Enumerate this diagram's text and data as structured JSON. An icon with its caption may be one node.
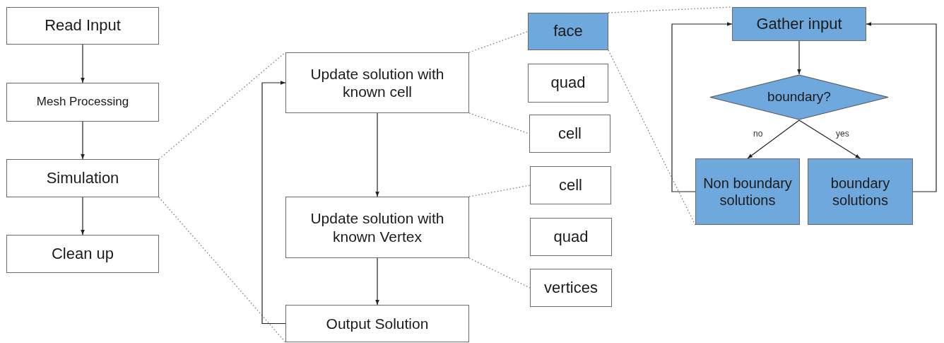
{
  "diagram": {
    "nodes": [
      {
        "text": [
          "Read Input"
        ]
      },
      {
        "text": [
          "Mesh Processing"
        ]
      },
      {
        "text": [
          "Simulation"
        ]
      },
      {
        "text": [
          "Clean up"
        ]
      },
      {
        "text": [
          "Update solution with known cell"
        ]
      },
      {
        "text": [
          "Update solution with known Vertex"
        ]
      },
      {
        "text": [
          "Output Solution"
        ]
      },
      {
        "text": [
          "face"
        ]
      },
      {
        "text": [
          "quad"
        ]
      },
      {
        "text": [
          "cell"
        ]
      },
      {
        "text": [
          "cell"
        ]
      },
      {
        "text": [
          "quad"
        ]
      },
      {
        "text": [
          "vertices"
        ]
      },
      {
        "text": [
          "Gather input"
        ]
      },
      {
        "text": [
          "boundary?"
        ]
      },
      {
        "text": [
          "Non boundary solutions"
        ]
      },
      {
        "text": [
          "boundary solutions"
        ]
      }
    ],
    "edges": [
      {
        "from": 0,
        "to": 1,
        "arrow": "to"
      },
      {
        "from": 1,
        "to": 2,
        "arrow": "to"
      },
      {
        "from": 2,
        "to": 3,
        "arrow": "to"
      },
      {
        "from": 2,
        "to": 4,
        "arrow": "none",
        "style": "dashed"
      },
      {
        "from": 2,
        "to": 6,
        "arrow": "none",
        "style": "dashed"
      },
      {
        "from": 4,
        "to": 5,
        "arrow": "to"
      },
      {
        "from": 5,
        "to": 6,
        "arrow": "to"
      },
      {
        "from": 6,
        "to": 4,
        "arrow": "to"
      },
      {
        "from": 4,
        "to": 7,
        "arrow": "none",
        "style": "dashed"
      },
      {
        "from": 4,
        "to": 9,
        "arrow": "none",
        "style": "dashed"
      },
      {
        "from": 5,
        "to": 10,
        "arrow": "none",
        "style": "dashed"
      },
      {
        "from": 5,
        "to": 12,
        "arrow": "none",
        "style": "dashed"
      },
      {
        "from": 7,
        "to": 13,
        "arrow": "none",
        "style": "dashed"
      },
      {
        "from": 7,
        "to": 15,
        "arrow": "none",
        "style": "dashed"
      },
      {
        "from": 13,
        "to": 14,
        "arrow": "to"
      },
      {
        "from": 14,
        "to": 15,
        "arrow": "to",
        "label": "no"
      },
      {
        "from": 14,
        "to": 16,
        "arrow": "to",
        "label": "yes"
      },
      {
        "from": 15,
        "to": 13,
        "arrow": "to"
      },
      {
        "from": 16,
        "to": 13,
        "arrow": "to"
      }
    ]
  }
}
